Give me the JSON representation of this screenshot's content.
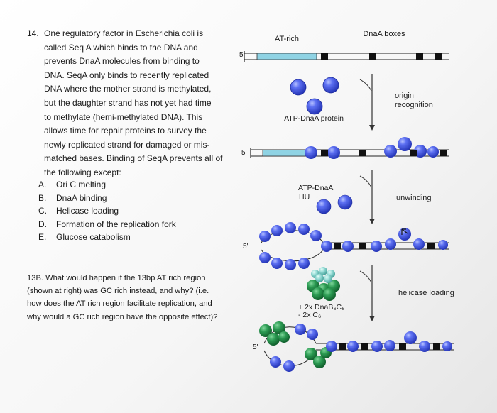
{
  "question14": {
    "number": "14.",
    "lines": [
      "One regulatory factor in Escherichia coli is",
      "called Seq A which binds to the DNA and",
      "prevents DnaA molecules from binding to",
      "DNA. SeqA only binds to recently replicated",
      "DNA where the mother strand is methylated,",
      "but the daughter strand has not yet had time",
      "to methylate (hemi-methylated DNA). This",
      "allows time for repair proteins to survey the",
      "newly replicated strand for damaged or mis-",
      "matched bases. Binding of SeqA prevents all of",
      "the following except:"
    ],
    "choices": [
      {
        "letter": "A.",
        "text": "Ori C melting"
      },
      {
        "letter": "B.",
        "text": "DnaA binding"
      },
      {
        "letter": "C.",
        "text": "Helicase loading"
      },
      {
        "letter": "D.",
        "text": "Formation of the replication fork"
      },
      {
        "letter": "E.",
        "text": "Glucose catabolism"
      }
    ]
  },
  "question13b": {
    "lines": [
      "13B.  What would happen if the 13bp AT rich region",
      "(shown at right) was GC rich instead, and why? (i.e.",
      "how does the AT rich region facilitate replication, and",
      "why would a GC rich region have the opposite effect)?"
    ]
  },
  "diagram": {
    "at_rich_label": "AT-rich",
    "dnaa_boxes_label": "DnaA boxes",
    "five_prime": "5'",
    "atp_dnaa_protein_label": "ATP-DnaA protein",
    "origin_recognition_label": [
      "origin",
      "recognition"
    ],
    "atp_dnaa_label": "ATP-DnaA",
    "hu_label": "HU",
    "unwinding_label": "unwinding",
    "helicase_loading_label": "helicase loading",
    "dnab_label": "+ 2x DnaB₆C₆",
    "c6_label": "- 2x C₆",
    "colors": {
      "at_rich": "#8fd3e4",
      "dnaa_protein": "#4a5ee8",
      "dna_box": "#111111",
      "helicase": "#2e9a56",
      "c_protein": "#8cd6d0"
    }
  }
}
